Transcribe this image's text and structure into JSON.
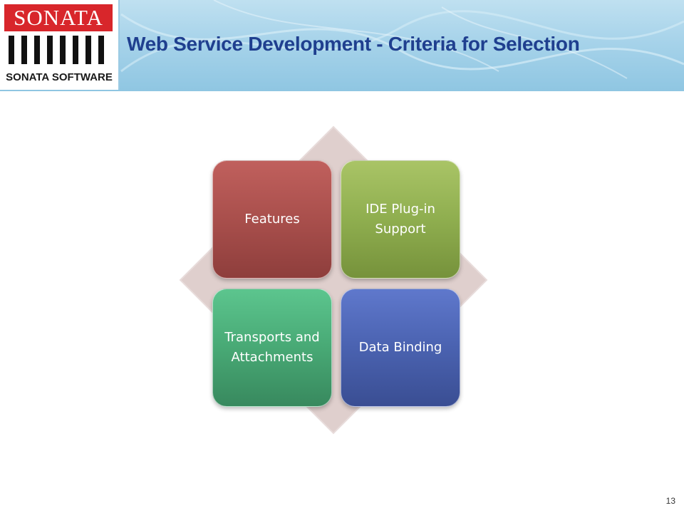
{
  "header": {
    "logo_top_text": "SONATA",
    "logo_bottom_text": "SONATA SOFTWARE",
    "title": "Web Service Development  - Criteria for Selection"
  },
  "diagram": {
    "tiles": [
      {
        "label": "Features",
        "color": "#a94f4c"
      },
      {
        "label": "IDE Plug-in Support",
        "color": "#8fae4f"
      },
      {
        "label": "Transports and Attachments",
        "color": "#48a975"
      },
      {
        "label": "Data Binding",
        "color": "#4a62b0"
      }
    ],
    "background_color": "#dfcfcd"
  },
  "footer": {
    "page_number": "13"
  },
  "colors": {
    "title": "#1f3f8f",
    "logo_red": "#d8262b",
    "header_blue": "#a7d3ea"
  }
}
